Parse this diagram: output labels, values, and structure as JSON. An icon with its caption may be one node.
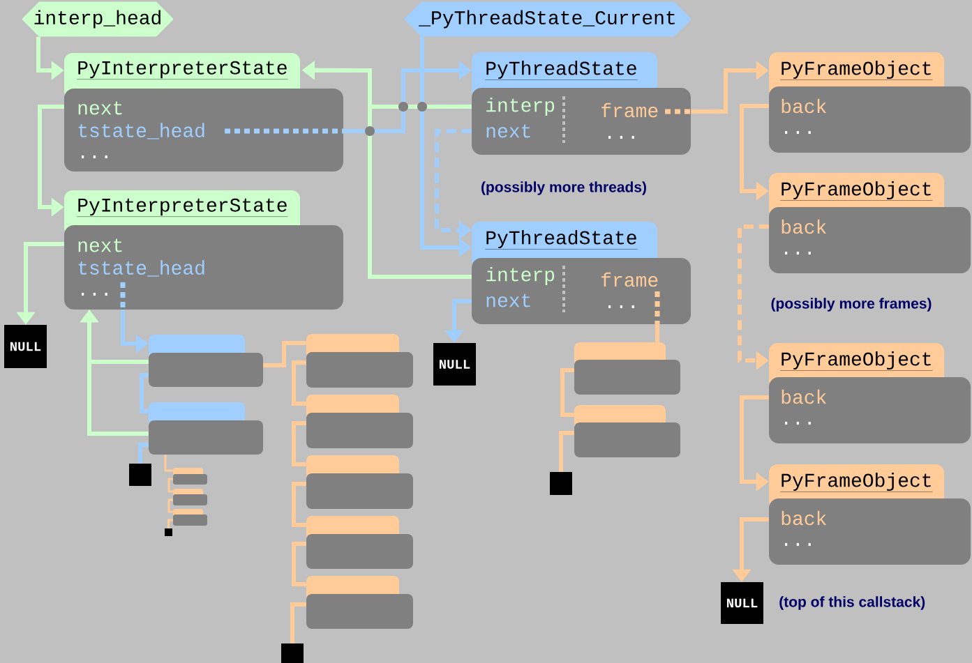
{
  "diagram": {
    "nodes": [
      {
        "text": [
          "interp_head"
        ]
      },
      {
        "text": [
          "_PyThreadState_Current"
        ]
      },
      {
        "text": [
          "PyInterpreterState",
          "next",
          "tstate_head",
          "..."
        ]
      },
      {
        "text": [
          "PyThreadState",
          "interp",
          "next",
          "frame",
          "..."
        ]
      },
      {
        "text": [
          "PyFrameObject",
          "back",
          "..."
        ]
      },
      {
        "text": [
          "PyFrameObject",
          "back",
          "..."
        ]
      },
      {
        "text": [
          "PyInterpreterState",
          "next",
          "tstate_head",
          "..."
        ]
      },
      {
        "text": [
          "PyThreadState",
          "interp",
          "next",
          "frame",
          "..."
        ]
      },
      {
        "text": [
          "NULL"
        ]
      },
      {
        "text": [
          "NULL"
        ]
      },
      {
        "text": [
          "PyFrameObject",
          "back",
          "..."
        ]
      },
      {
        "text": [
          "PyFrameObject",
          "back",
          "..."
        ]
      },
      {
        "text": [
          "NULL"
        ],
        "beside": [
          "(top of this callstack)"
        ]
      },
      {
        "text": [],
        "shape": "box"
      },
      {
        "text": [],
        "shape": "box"
      },
      {
        "text": [],
        "shape": "box"
      },
      {
        "text": [],
        "shape": "box"
      },
      {
        "text": [],
        "shape": "box"
      },
      {
        "text": [],
        "shape": "box"
      },
      {
        "text": [],
        "shape": "box"
      },
      {
        "text": [],
        "shape": "box"
      },
      {
        "text": [],
        "shape": "box"
      },
      {
        "text": [],
        "shape": "box"
      },
      {
        "text": [],
        "shape": "box"
      },
      {
        "text": [],
        "shape": "box"
      },
      {
        "text": [],
        "shape": "box"
      },
      {
        "text": [],
        "shape": "box"
      },
      {
        "text": [],
        "shape": "box"
      },
      {
        "text": [],
        "shape": "box"
      }
    ],
    "edges": [
      {
        "from": 0,
        "to": 2,
        "arrow": "to",
        "color": "#ccffcc"
      },
      {
        "from": 2,
        "to": 6,
        "arrow": "to",
        "color": "#ccffcc"
      },
      {
        "from": 6,
        "to": 8,
        "arrow": "to",
        "color": "#ccffcc"
      },
      {
        "from": 2,
        "to": 3,
        "arrow": "to",
        "color": "#a0cfff"
      },
      {
        "from": 1,
        "to": 7,
        "arrow": "to",
        "color": "#a0cfff"
      },
      {
        "from": 3,
        "to": 2,
        "arrow": "to",
        "color": "#ccffcc"
      },
      {
        "from": 7,
        "to": 2,
        "arrow": "to",
        "color": "#ccffcc"
      },
      {
        "from": 3,
        "to": 7,
        "arrow": "to",
        "style": "dashed",
        "color": "#a0cfff"
      },
      {
        "from": 7,
        "to": 9,
        "arrow": "to",
        "color": "#a0cfff"
      },
      {
        "from": 3,
        "to": 4,
        "arrow": "to"
      },
      {
        "from": 4,
        "to": 5,
        "arrow": "to"
      },
      {
        "from": 5,
        "to": 10,
        "arrow": "to",
        "style": "dashed"
      },
      {
        "from": 10,
        "to": 11,
        "arrow": "to"
      },
      {
        "from": 11,
        "to": 12,
        "arrow": "to"
      },
      {
        "from": 6,
        "to": 13,
        "arrow": "to",
        "color": "#a0cfff"
      },
      {
        "from": 13,
        "to": 6,
        "arrow": "to",
        "color": "#ccffcc"
      },
      {
        "from": 14,
        "to": 6,
        "arrow": "to",
        "color": "#ccffcc"
      },
      {
        "from": 13,
        "to": 14,
        "arrow": "none",
        "color": "#a0cfff"
      },
      {
        "from": 14,
        "to": 15,
        "arrow": "none",
        "color": "#a0cfff"
      },
      {
        "from": 14,
        "to": 16,
        "arrow": "none"
      },
      {
        "from": 16,
        "to": 17,
        "arrow": "none"
      },
      {
        "from": 17,
        "to": 18,
        "arrow": "none"
      },
      {
        "from": 18,
        "to": 19,
        "arrow": "none"
      },
      {
        "from": 13,
        "to": 20,
        "arrow": "none"
      },
      {
        "from": 20,
        "to": 21,
        "arrow": "none"
      },
      {
        "from": 21,
        "to": 22,
        "arrow": "none"
      },
      {
        "from": 22,
        "to": 23,
        "arrow": "none"
      },
      {
        "from": 23,
        "to": 24,
        "arrow": "none"
      },
      {
        "from": 24,
        "to": 25,
        "arrow": "none"
      },
      {
        "from": 7,
        "to": 26,
        "arrow": "none"
      },
      {
        "from": 26,
        "to": 27,
        "arrow": "none"
      },
      {
        "from": 27,
        "to": 28,
        "arrow": "none"
      }
    ],
    "labels": [
      "(possibly more threads)",
      "(possibly more frames)"
    ]
  }
}
